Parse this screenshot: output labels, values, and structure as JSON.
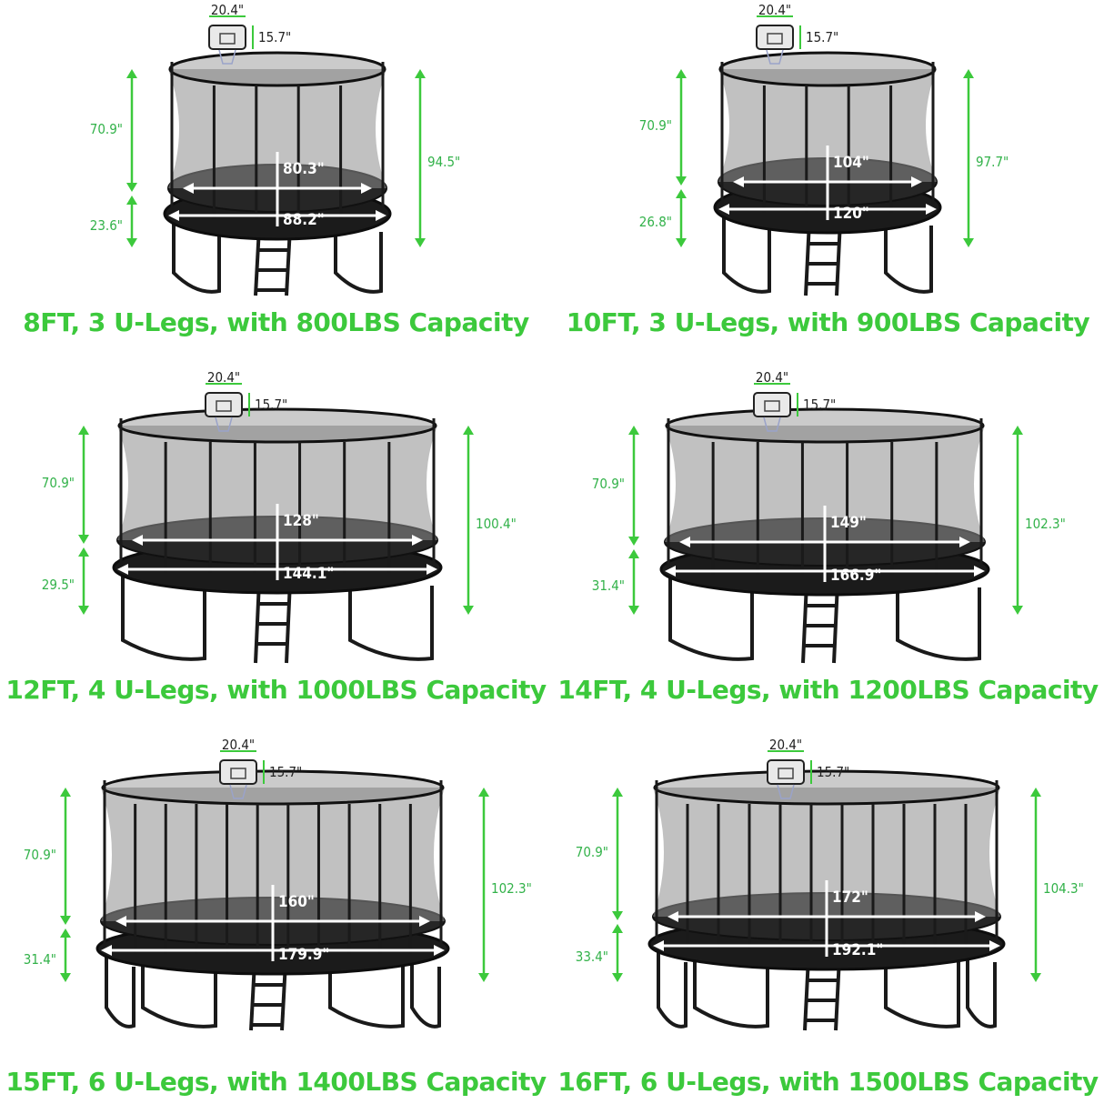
{
  "accent_color": "#3cc93c",
  "line_color": "#3cc93c",
  "panels": [
    {
      "caption": "8FT, 3 U-Legs, with 800LBS Capacity",
      "hoop_width": "20.4\"",
      "hoop_height": "15.7\"",
      "net_height": "70.9\"",
      "frame_height": "23.6\"",
      "total_height": "94.5\"",
      "mat_diameter": "80.3\"",
      "frame_diameter": "88.2\""
    },
    {
      "caption": "10FT, 3 U-Legs, with 900LBS Capacity",
      "hoop_width": "20.4\"",
      "hoop_height": "15.7\"",
      "net_height": "70.9\"",
      "frame_height": "26.8\"",
      "total_height": "97.7\"",
      "mat_diameter": "104\"",
      "frame_diameter": "120\""
    },
    {
      "caption": "12FT, 4 U-Legs, with 1000LBS Capacity",
      "hoop_width": "20.4\"",
      "hoop_height": "15.7\"",
      "net_height": "70.9\"",
      "frame_height": "29.5\"",
      "total_height": "100.4\"",
      "mat_diameter": "128\"",
      "frame_diameter": "144.1\""
    },
    {
      "caption": "14FT, 4 U-Legs, with 1200LBS Capacity",
      "hoop_width": "20.4\"",
      "hoop_height": "15.7\"",
      "net_height": "70.9\"",
      "frame_height": "31.4\"",
      "total_height": "102.3\"",
      "mat_diameter": "149\"",
      "frame_diameter": "166.9\""
    },
    {
      "caption": "15FT, 6 U-Legs, with 1400LBS Capacity",
      "hoop_width": "20.4\"",
      "hoop_height": "15.7\"",
      "net_height": "70.9\"",
      "frame_height": "31.4\"",
      "total_height": "102.3\"",
      "mat_diameter": "160\"",
      "frame_diameter": "179.9\""
    },
    {
      "caption": "16FT, 6 U-Legs, with 1500LBS Capacity",
      "hoop_width": "20.4\"",
      "hoop_height": "15.7\"",
      "net_height": "70.9\"",
      "frame_height": "33.4\"",
      "total_height": "104.3\"",
      "mat_diameter": "172\"",
      "frame_diameter": "192.1\""
    }
  ]
}
